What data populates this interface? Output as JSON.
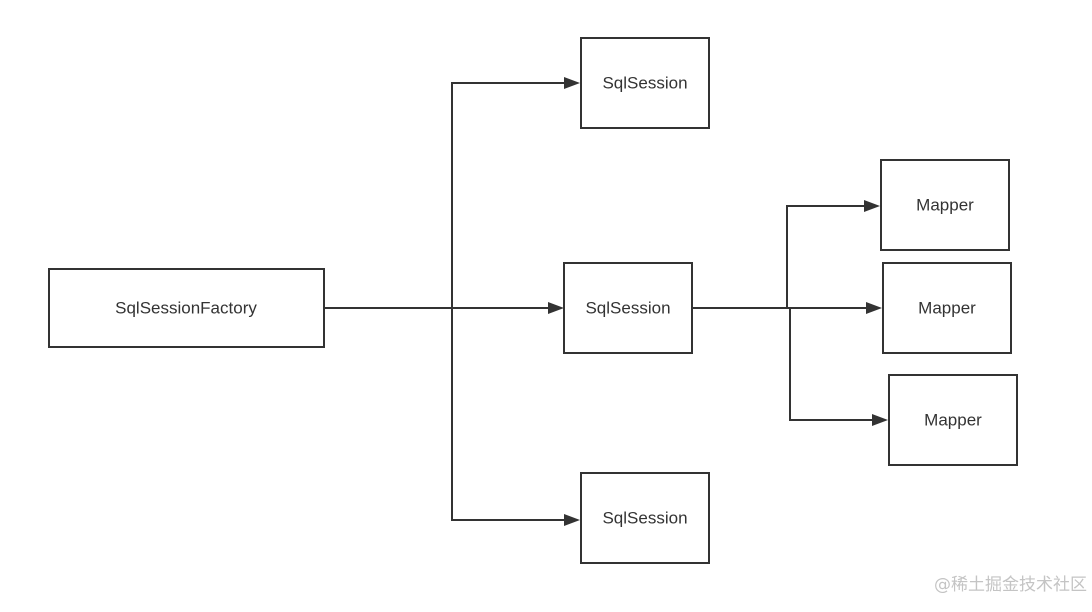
{
  "nodes": {
    "factory": {
      "label": "SqlSessionFactory"
    },
    "session_top": {
      "label": "SqlSession"
    },
    "session_mid": {
      "label": "SqlSession"
    },
    "session_bottom": {
      "label": "SqlSession"
    },
    "mapper_1": {
      "label": "Mapper"
    },
    "mapper_2": {
      "label": "Mapper"
    },
    "mapper_3": {
      "label": "Mapper"
    }
  },
  "edges": [
    {
      "from": "factory",
      "to": "session_top"
    },
    {
      "from": "factory",
      "to": "session_mid"
    },
    {
      "from": "factory",
      "to": "session_bottom"
    },
    {
      "from": "session_mid",
      "to": "mapper_1"
    },
    {
      "from": "session_mid",
      "to": "mapper_2"
    },
    {
      "from": "session_mid",
      "to": "mapper_3"
    }
  ],
  "colors": {
    "stroke": "#333333",
    "background": "#ffffff",
    "watermark": "#c4c4c4"
  },
  "watermark": {
    "text": "@稀土掘金技术社区"
  }
}
